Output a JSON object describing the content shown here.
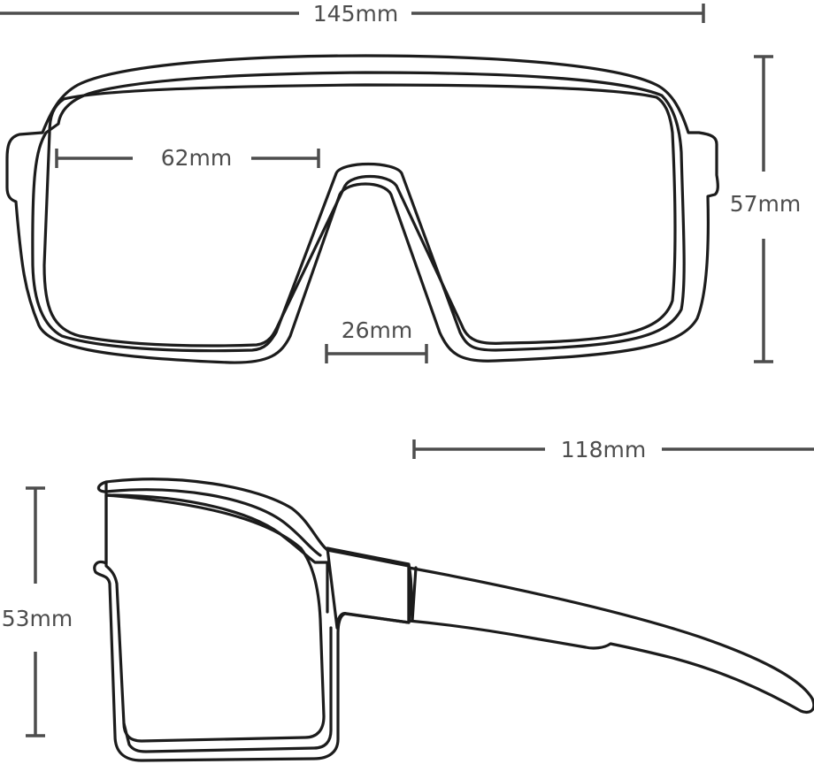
{
  "front_view": {
    "overall_width": "145mm",
    "lens_width": "62mm",
    "bridge_width": "26mm",
    "lens_height": "57mm"
  },
  "side_view": {
    "temple_length": "118mm",
    "frame_height": "53mm"
  }
}
